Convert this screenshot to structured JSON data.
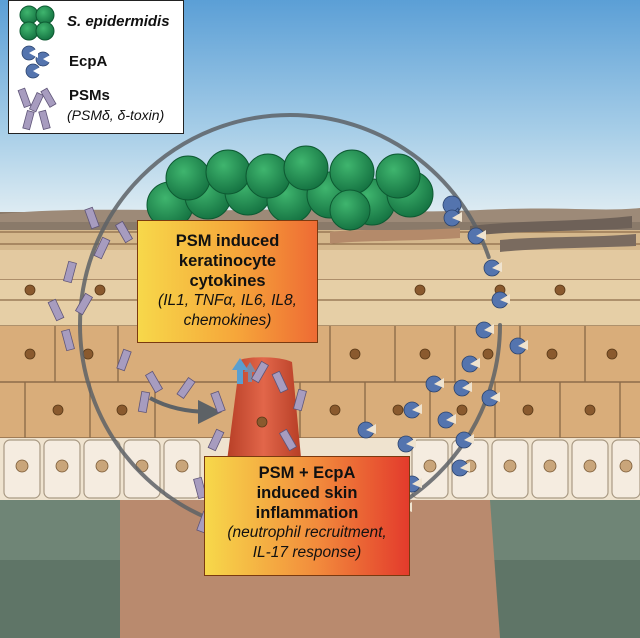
{
  "legend": {
    "items": [
      {
        "label": "S. epidermidis",
        "style": "bold-italic",
        "icon": "green-bacteria-icon"
      },
      {
        "label": "EcpA",
        "style": "bold",
        "icon": "ecpa-protein-icon"
      },
      {
        "label": "PSMs",
        "style": "bold",
        "icon": "psm-peptide-icon"
      }
    ],
    "psm_subtitle": "(PSMδ, δ-toxin)"
  },
  "box_keratinocyte": {
    "lines": [
      "PSM induced",
      "keratinocyte",
      "cytokines"
    ],
    "detail_lines": [
      "(IL1, TNFα, IL6, IL8,",
      "chemokines)"
    ]
  },
  "box_inflammation": {
    "lines": [
      "PSM + EcpA",
      "induced skin",
      "inflammation"
    ],
    "detail_lines": [
      "(neutrophil recruitment,",
      "IL-17 response)"
    ]
  },
  "colors": {
    "bacteria_green": "#1f8a4c",
    "ecpa_blue": "#4a6ea8",
    "psm_purple": "#8e86a8",
    "inflammation_red": "#d0402a",
    "box_gradient_start": "#f7d84a",
    "box_gradient_end": "#e33b2c"
  }
}
